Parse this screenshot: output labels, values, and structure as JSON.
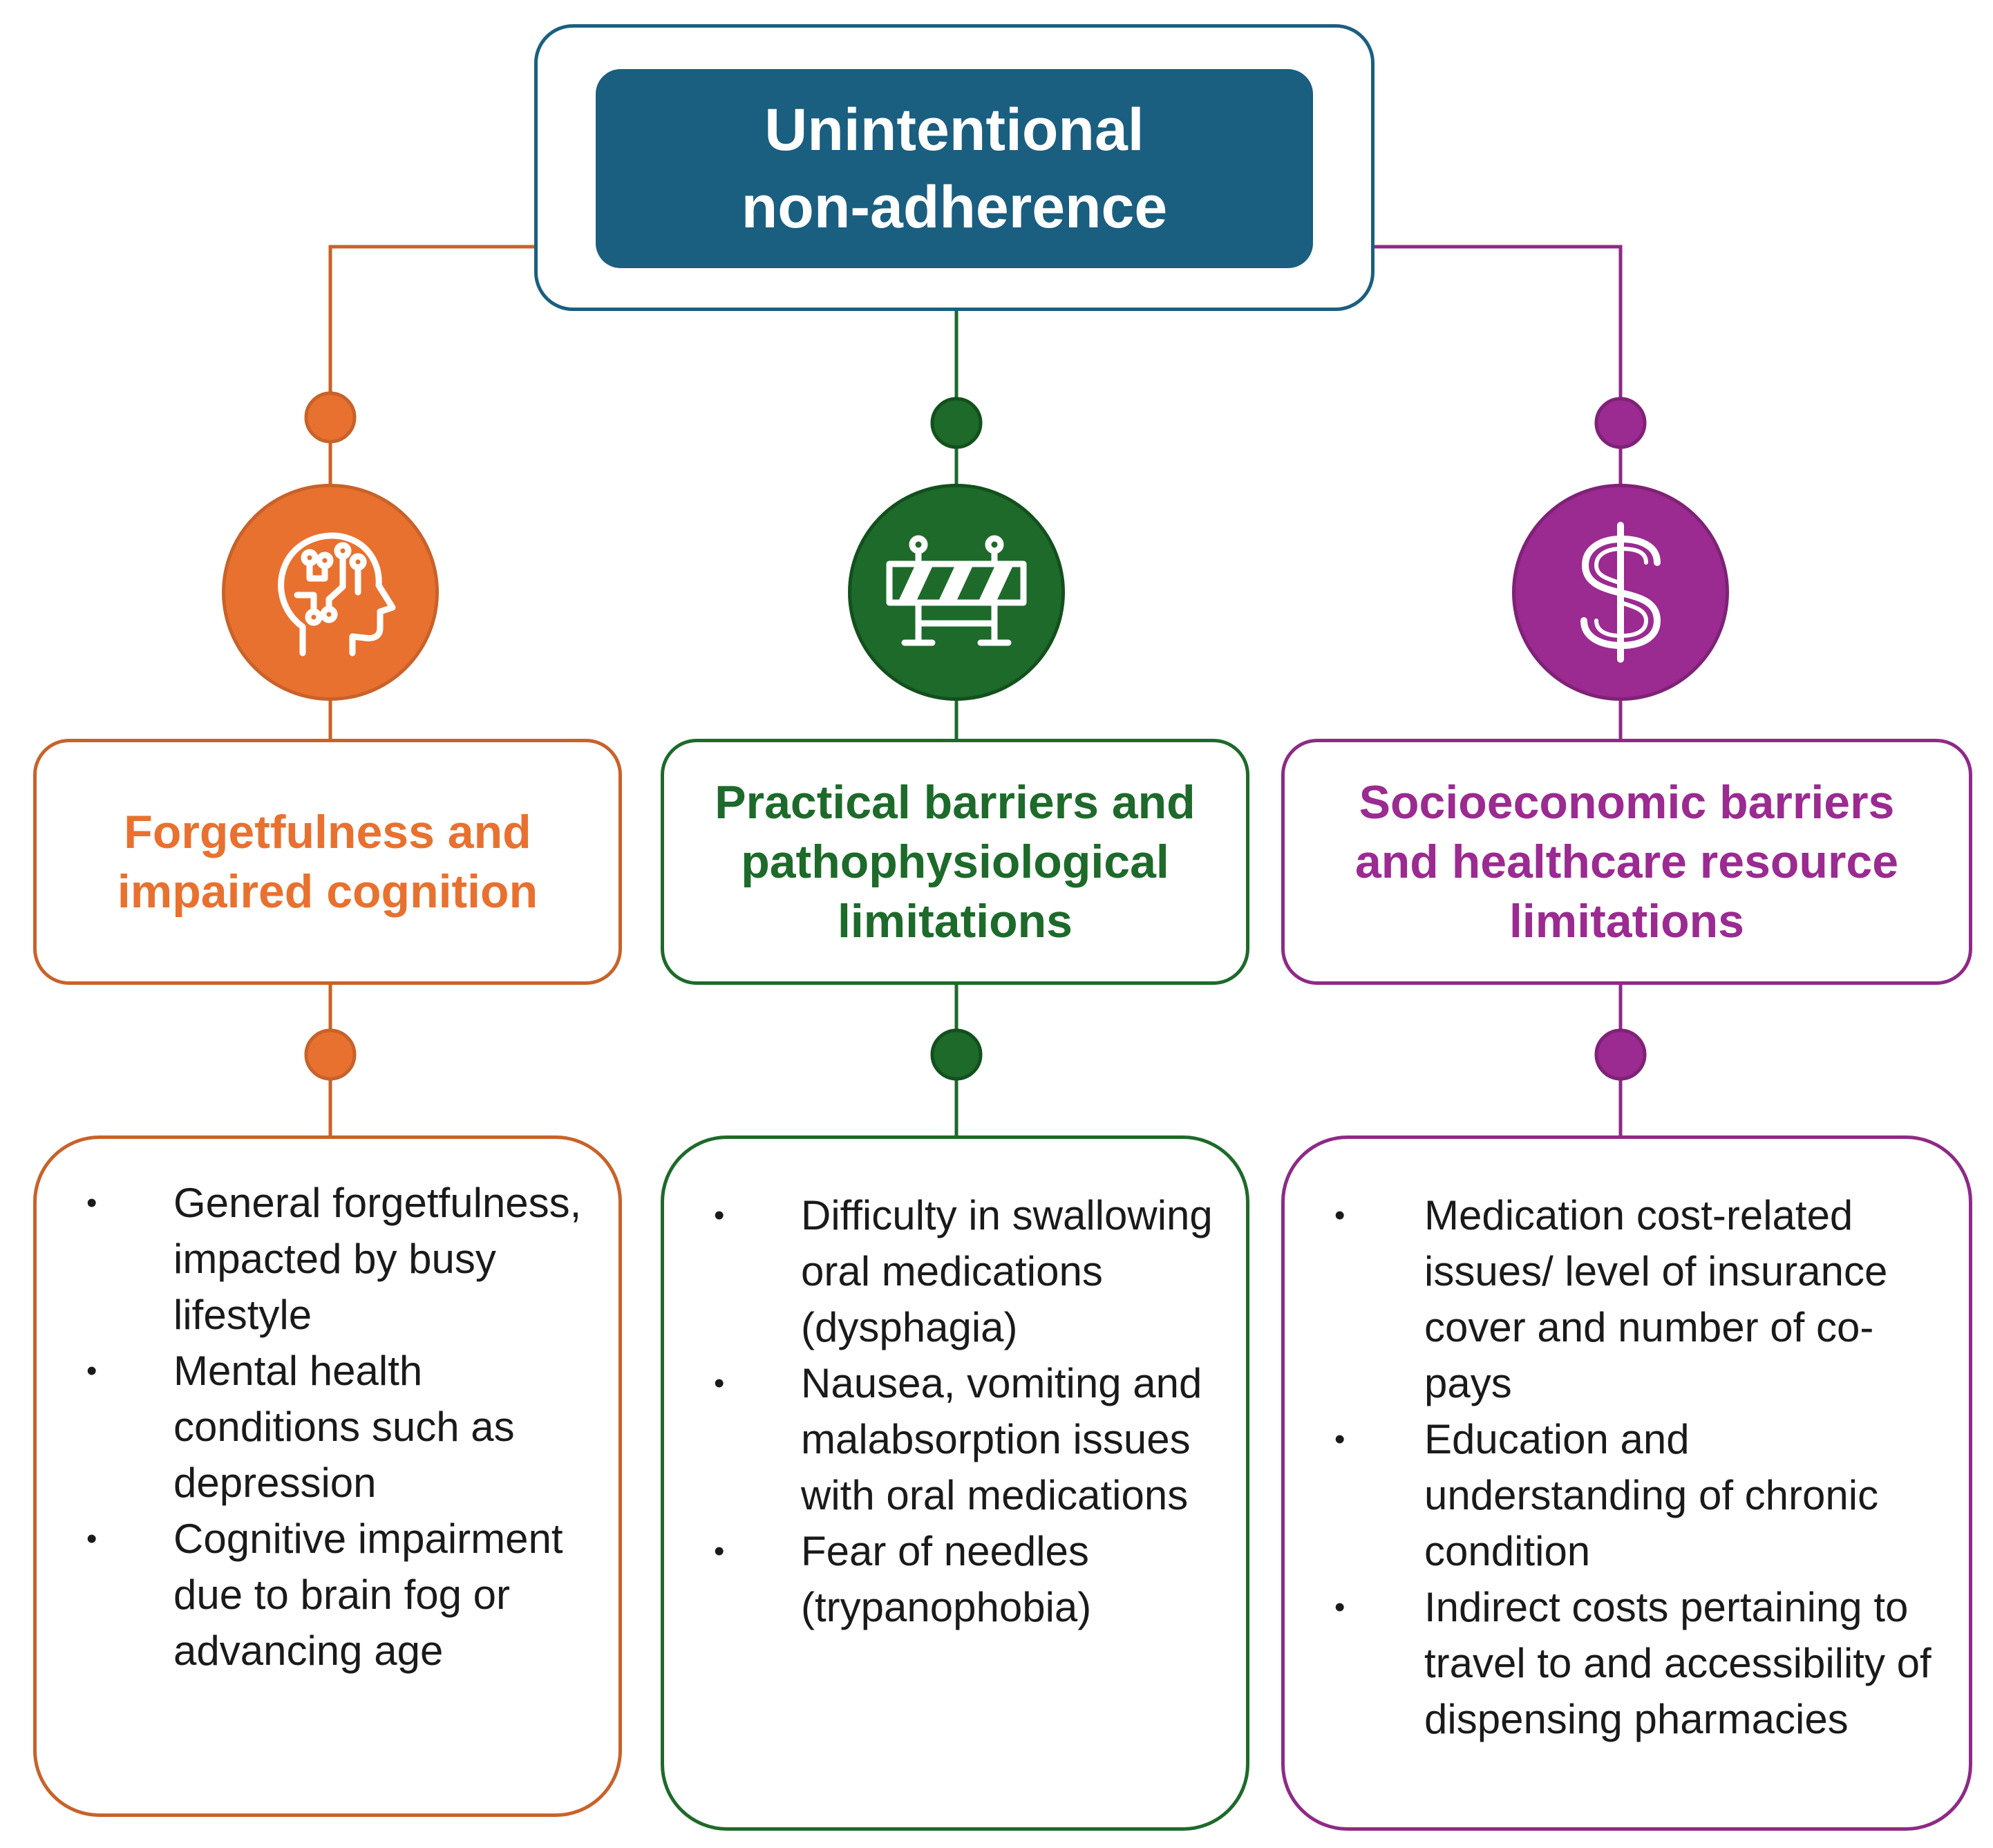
{
  "root": {
    "title": "Unintentional non-adherence"
  },
  "colors": {
    "root_dark": "#1a5e80",
    "orange": "#e8712f",
    "green": "#1d6a2a",
    "purple": "#9b2a91"
  },
  "categories": [
    {
      "icon": "brain-circuit-icon",
      "title": "Forgetfulness and impaired cognition",
      "items": [
        "General forgetfulness, impacted by busy lifestyle",
        "Mental health conditions such as depression",
        "Cognitive impairment due to brain fog or advancing age"
      ]
    },
    {
      "icon": "road-barrier-icon",
      "title": "Practical barriers and pathophysiological limitations",
      "items": [
        "Difficulty in swallowing oral medications (dysphagia)",
        "Nausea, vomiting and malabsorption issues with oral medications",
        "Fear of needles (trypanophobia)"
      ]
    },
    {
      "icon": "dollar-sign-icon",
      "title": "Socioeconomic barriers and healthcare resource limitations",
      "items": [
        "Medication cost-related issues/ level of insurance cover and number of co-pays",
        "Education and understanding of chronic condition",
        "Indirect costs pertaining to travel to and accessibility of dispensing pharmacies"
      ]
    }
  ]
}
